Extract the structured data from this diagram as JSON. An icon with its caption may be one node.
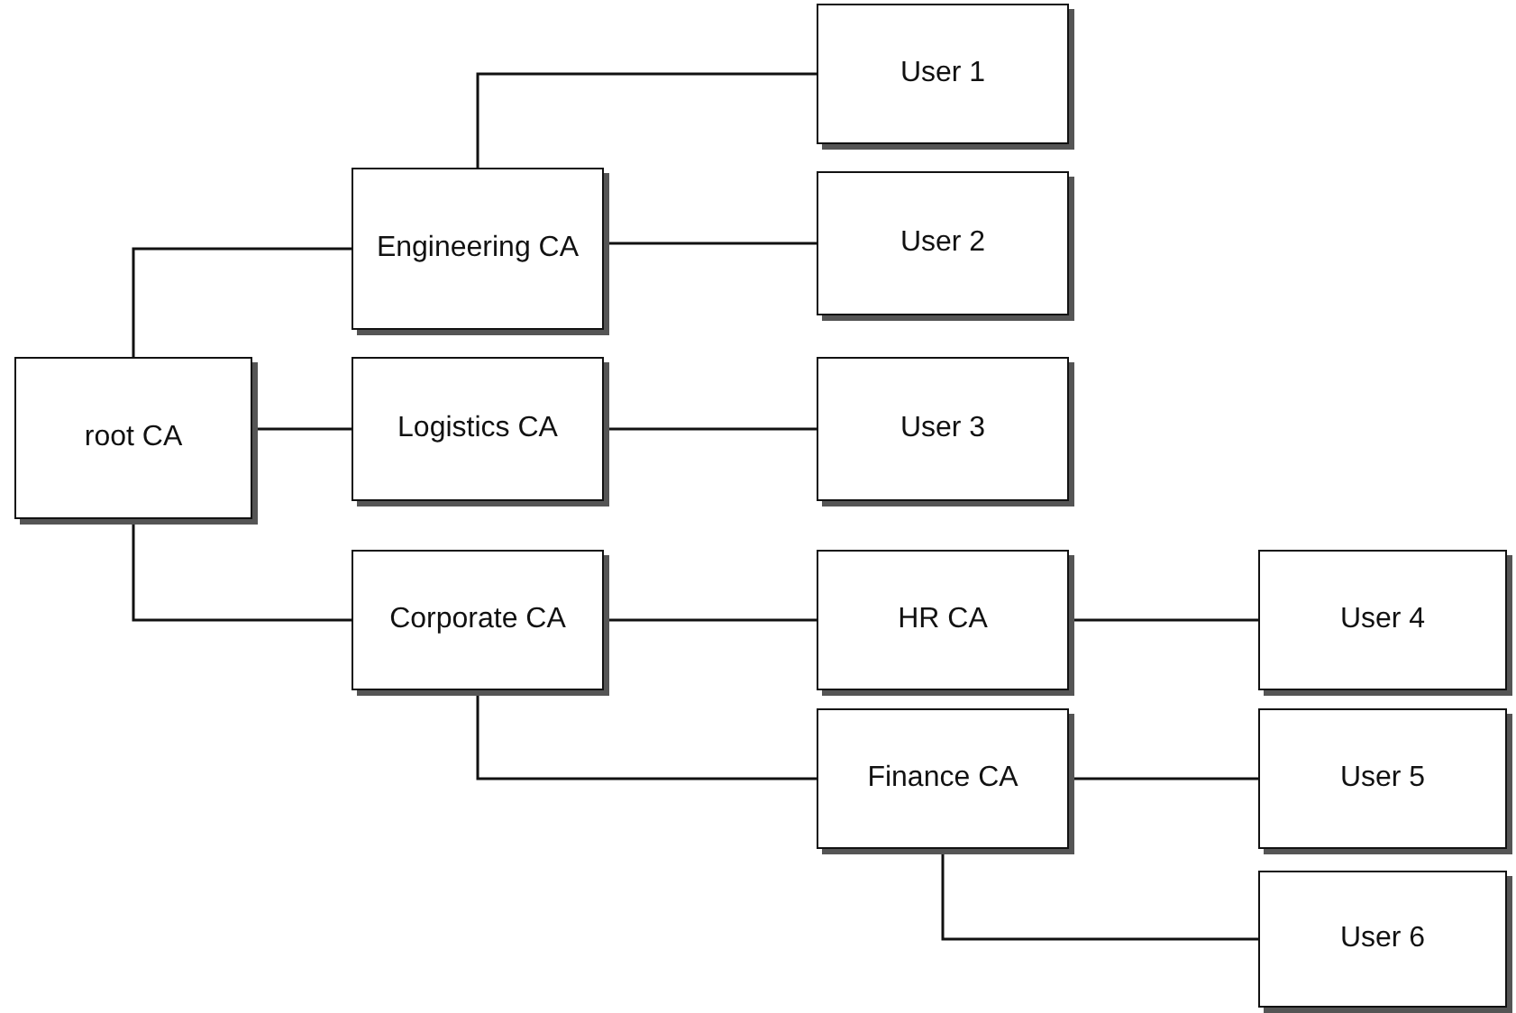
{
  "diagram": {
    "nodes": [
      {
        "text": [
          "root CA"
        ]
      },
      {
        "text": [
          "Engineering CA"
        ]
      },
      {
        "text": [
          "Logistics CA"
        ]
      },
      {
        "text": [
          "Corporate CA"
        ]
      },
      {
        "text": [
          "User 1"
        ]
      },
      {
        "text": [
          "User 2"
        ]
      },
      {
        "text": [
          "User 3"
        ]
      },
      {
        "text": [
          "HR CA"
        ]
      },
      {
        "text": [
          "Finance CA"
        ]
      },
      {
        "text": [
          "User 4"
        ]
      },
      {
        "text": [
          "User 5"
        ]
      },
      {
        "text": [
          "User 6"
        ]
      }
    ],
    "edges": [
      {
        "from": 0,
        "to": 1,
        "arrow": "none"
      },
      {
        "from": 0,
        "to": 2,
        "arrow": "none"
      },
      {
        "from": 0,
        "to": 3,
        "arrow": "none"
      },
      {
        "from": 1,
        "to": 4,
        "arrow": "none"
      },
      {
        "from": 1,
        "to": 5,
        "arrow": "none"
      },
      {
        "from": 2,
        "to": 6,
        "arrow": "none"
      },
      {
        "from": 3,
        "to": 7,
        "arrow": "none"
      },
      {
        "from": 3,
        "to": 8,
        "arrow": "none"
      },
      {
        "from": 7,
        "to": 9,
        "arrow": "none"
      },
      {
        "from": 8,
        "to": 10,
        "arrow": "none"
      },
      {
        "from": 8,
        "to": 11,
        "arrow": "none"
      }
    ]
  }
}
